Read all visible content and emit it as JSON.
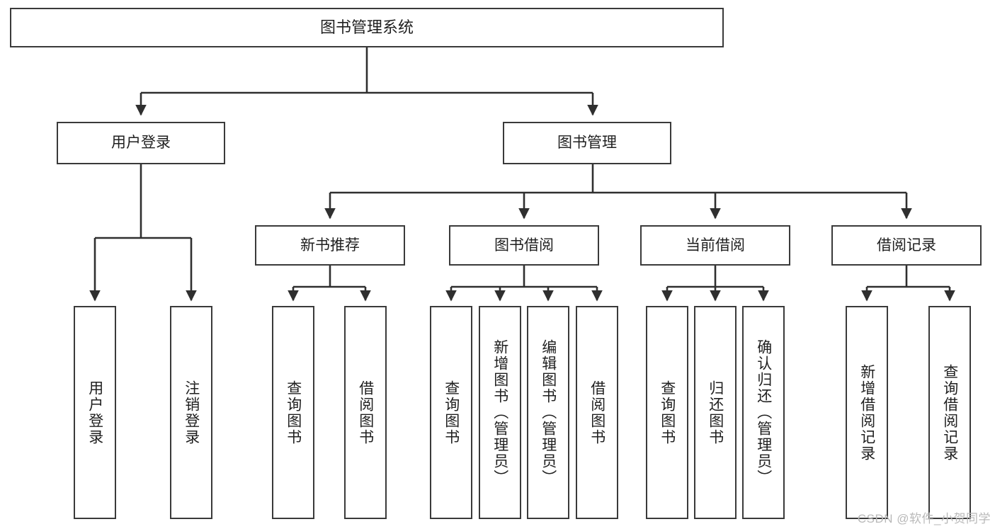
{
  "diagram": {
    "title": "图书管理系统",
    "type": "hierarchy-tree",
    "root": {
      "label": "图书管理系统"
    },
    "level2": [
      {
        "label": "用户登录"
      },
      {
        "label": "图书管理"
      }
    ],
    "level3": [
      {
        "label": "新书推荐"
      },
      {
        "label": "图书借阅"
      },
      {
        "label": "当前借阅"
      },
      {
        "label": "借阅记录"
      }
    ],
    "leaves": {
      "user_login": [
        {
          "label": "用户登录"
        },
        {
          "label": "注销登录"
        }
      ],
      "new_book_recommend": [
        {
          "label": "查询图书"
        },
        {
          "label": "借阅图书"
        }
      ],
      "book_borrow": [
        {
          "label": "查询图书"
        },
        {
          "label": "新增图书（管理员）"
        },
        {
          "label": "编辑图书（管理员）"
        },
        {
          "label": "借阅图书"
        }
      ],
      "current_borrow": [
        {
          "label": "查询图书"
        },
        {
          "label": "归还图书"
        },
        {
          "label": "确认归还（管理员）"
        }
      ],
      "borrow_record": [
        {
          "label": "新增借阅记录"
        },
        {
          "label": "查询借阅记录"
        }
      ]
    }
  },
  "watermark": {
    "text": "CSDN @软件_小贺同学"
  },
  "colors": {
    "box_border": "#3a3a3a",
    "connector": "#2f2f2f",
    "background": "#ffffff",
    "text": "#1f1f1f",
    "watermark": "#b9b9b9"
  }
}
